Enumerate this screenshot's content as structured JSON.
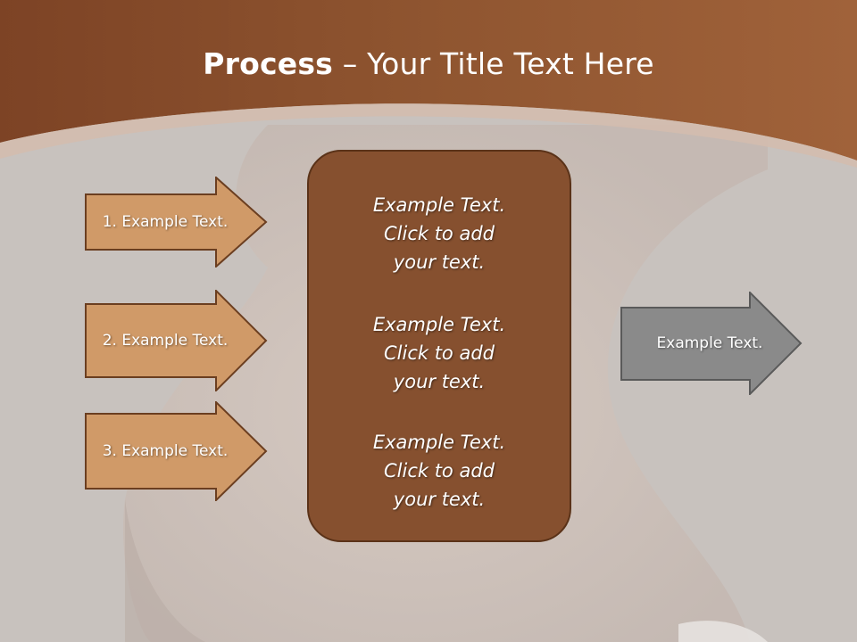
{
  "slide": {
    "title_bold": "Process",
    "title_rest": " – Your Title Text Here"
  },
  "left_arrows": [
    {
      "label": "1. Example Text."
    },
    {
      "label": "2. Example Text."
    },
    {
      "label": "3. Example Text."
    }
  ],
  "center_box": {
    "paragraphs": [
      {
        "line1": "Example Text.",
        "line2": "Click  to add",
        "line3": "your text."
      },
      {
        "line1": "Example Text.",
        "line2": "Click  to add",
        "line3": "your text."
      },
      {
        "line1": "Example Text.",
        "line2": "Click  to add",
        "line3": "your text."
      }
    ]
  },
  "right_arrow": {
    "label": "Example Text."
  },
  "colors": {
    "header_brown": "#8e4f2b",
    "box_brown": "#86502f",
    "arrow_tan": "#d09a68",
    "arrow_gray": "#8a8a8a"
  }
}
